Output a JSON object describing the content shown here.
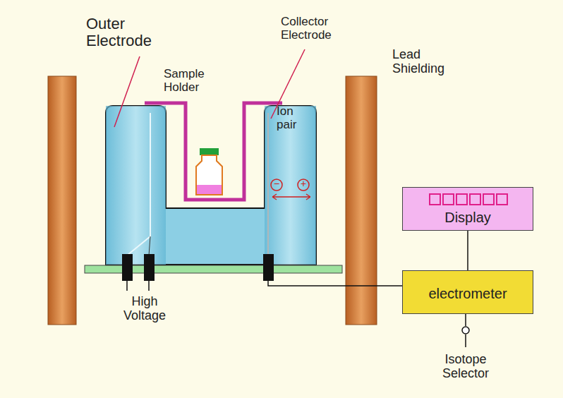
{
  "diagram": {
    "nodes": [
      {
        "text": [
          "Display"
        ]
      },
      {
        "text": [
          "electrometer"
        ]
      }
    ],
    "edges": [
      {
        "from": 0,
        "to": 1,
        "arrow": "none"
      }
    ],
    "labels": [
      "Outer Electrode",
      "Sample Holder",
      "Collector Electrode",
      "Lead Shielding",
      "Ion pair",
      "−",
      "+",
      "High Voltage",
      "Isotope Selector"
    ]
  }
}
